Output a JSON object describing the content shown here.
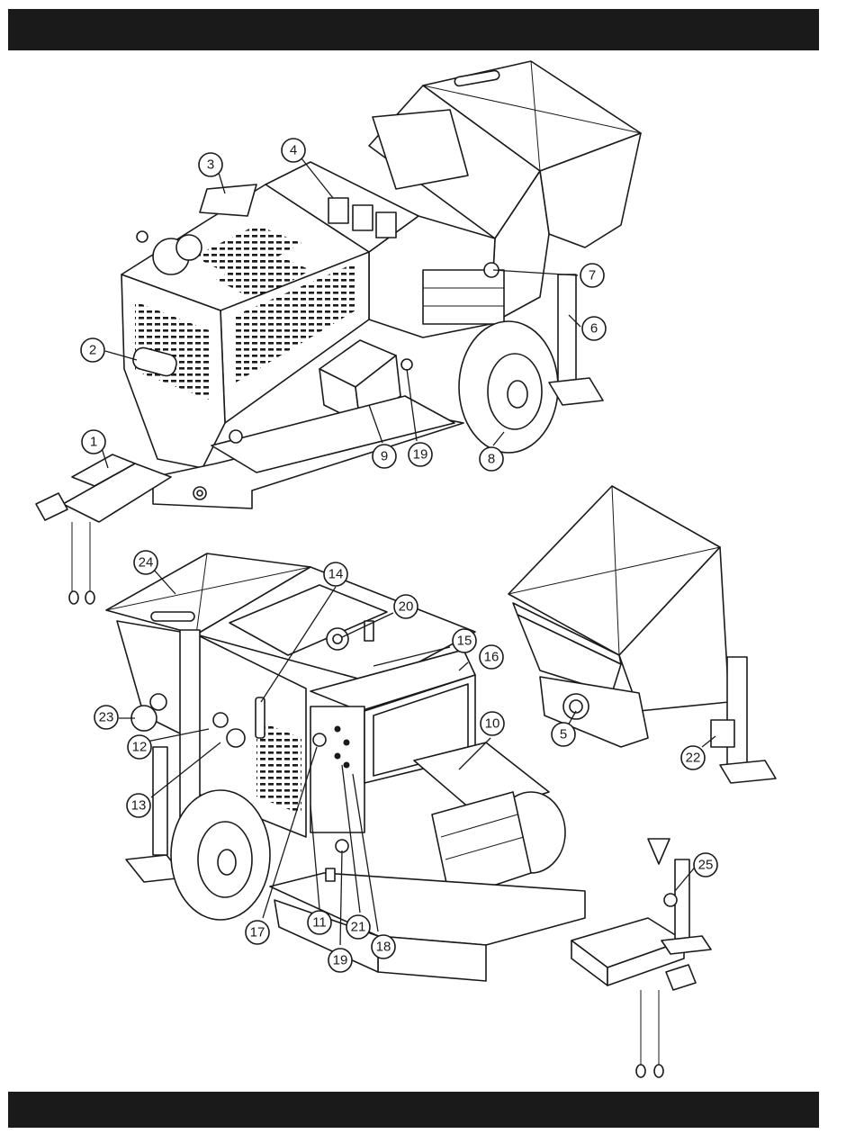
{
  "colors": {
    "ink": "#1a1a1a",
    "paper": "#ffffff",
    "band": "#1a1a1a"
  },
  "callouts": {
    "c1": "1",
    "c2": "2",
    "c3": "3",
    "c4": "4",
    "c5": "5",
    "c6": "6",
    "c7": "7",
    "c8": "8",
    "c9": "9",
    "c10": "10",
    "c11": "11",
    "c12": "12",
    "c13": "13",
    "c14": "14",
    "c15": "15",
    "c16": "16",
    "c17": "17",
    "c18": "18",
    "c19a": "19",
    "c19b": "19",
    "c20": "20",
    "c21": "21",
    "c22": "22",
    "c23": "23",
    "c24": "24",
    "c25": "25"
  }
}
